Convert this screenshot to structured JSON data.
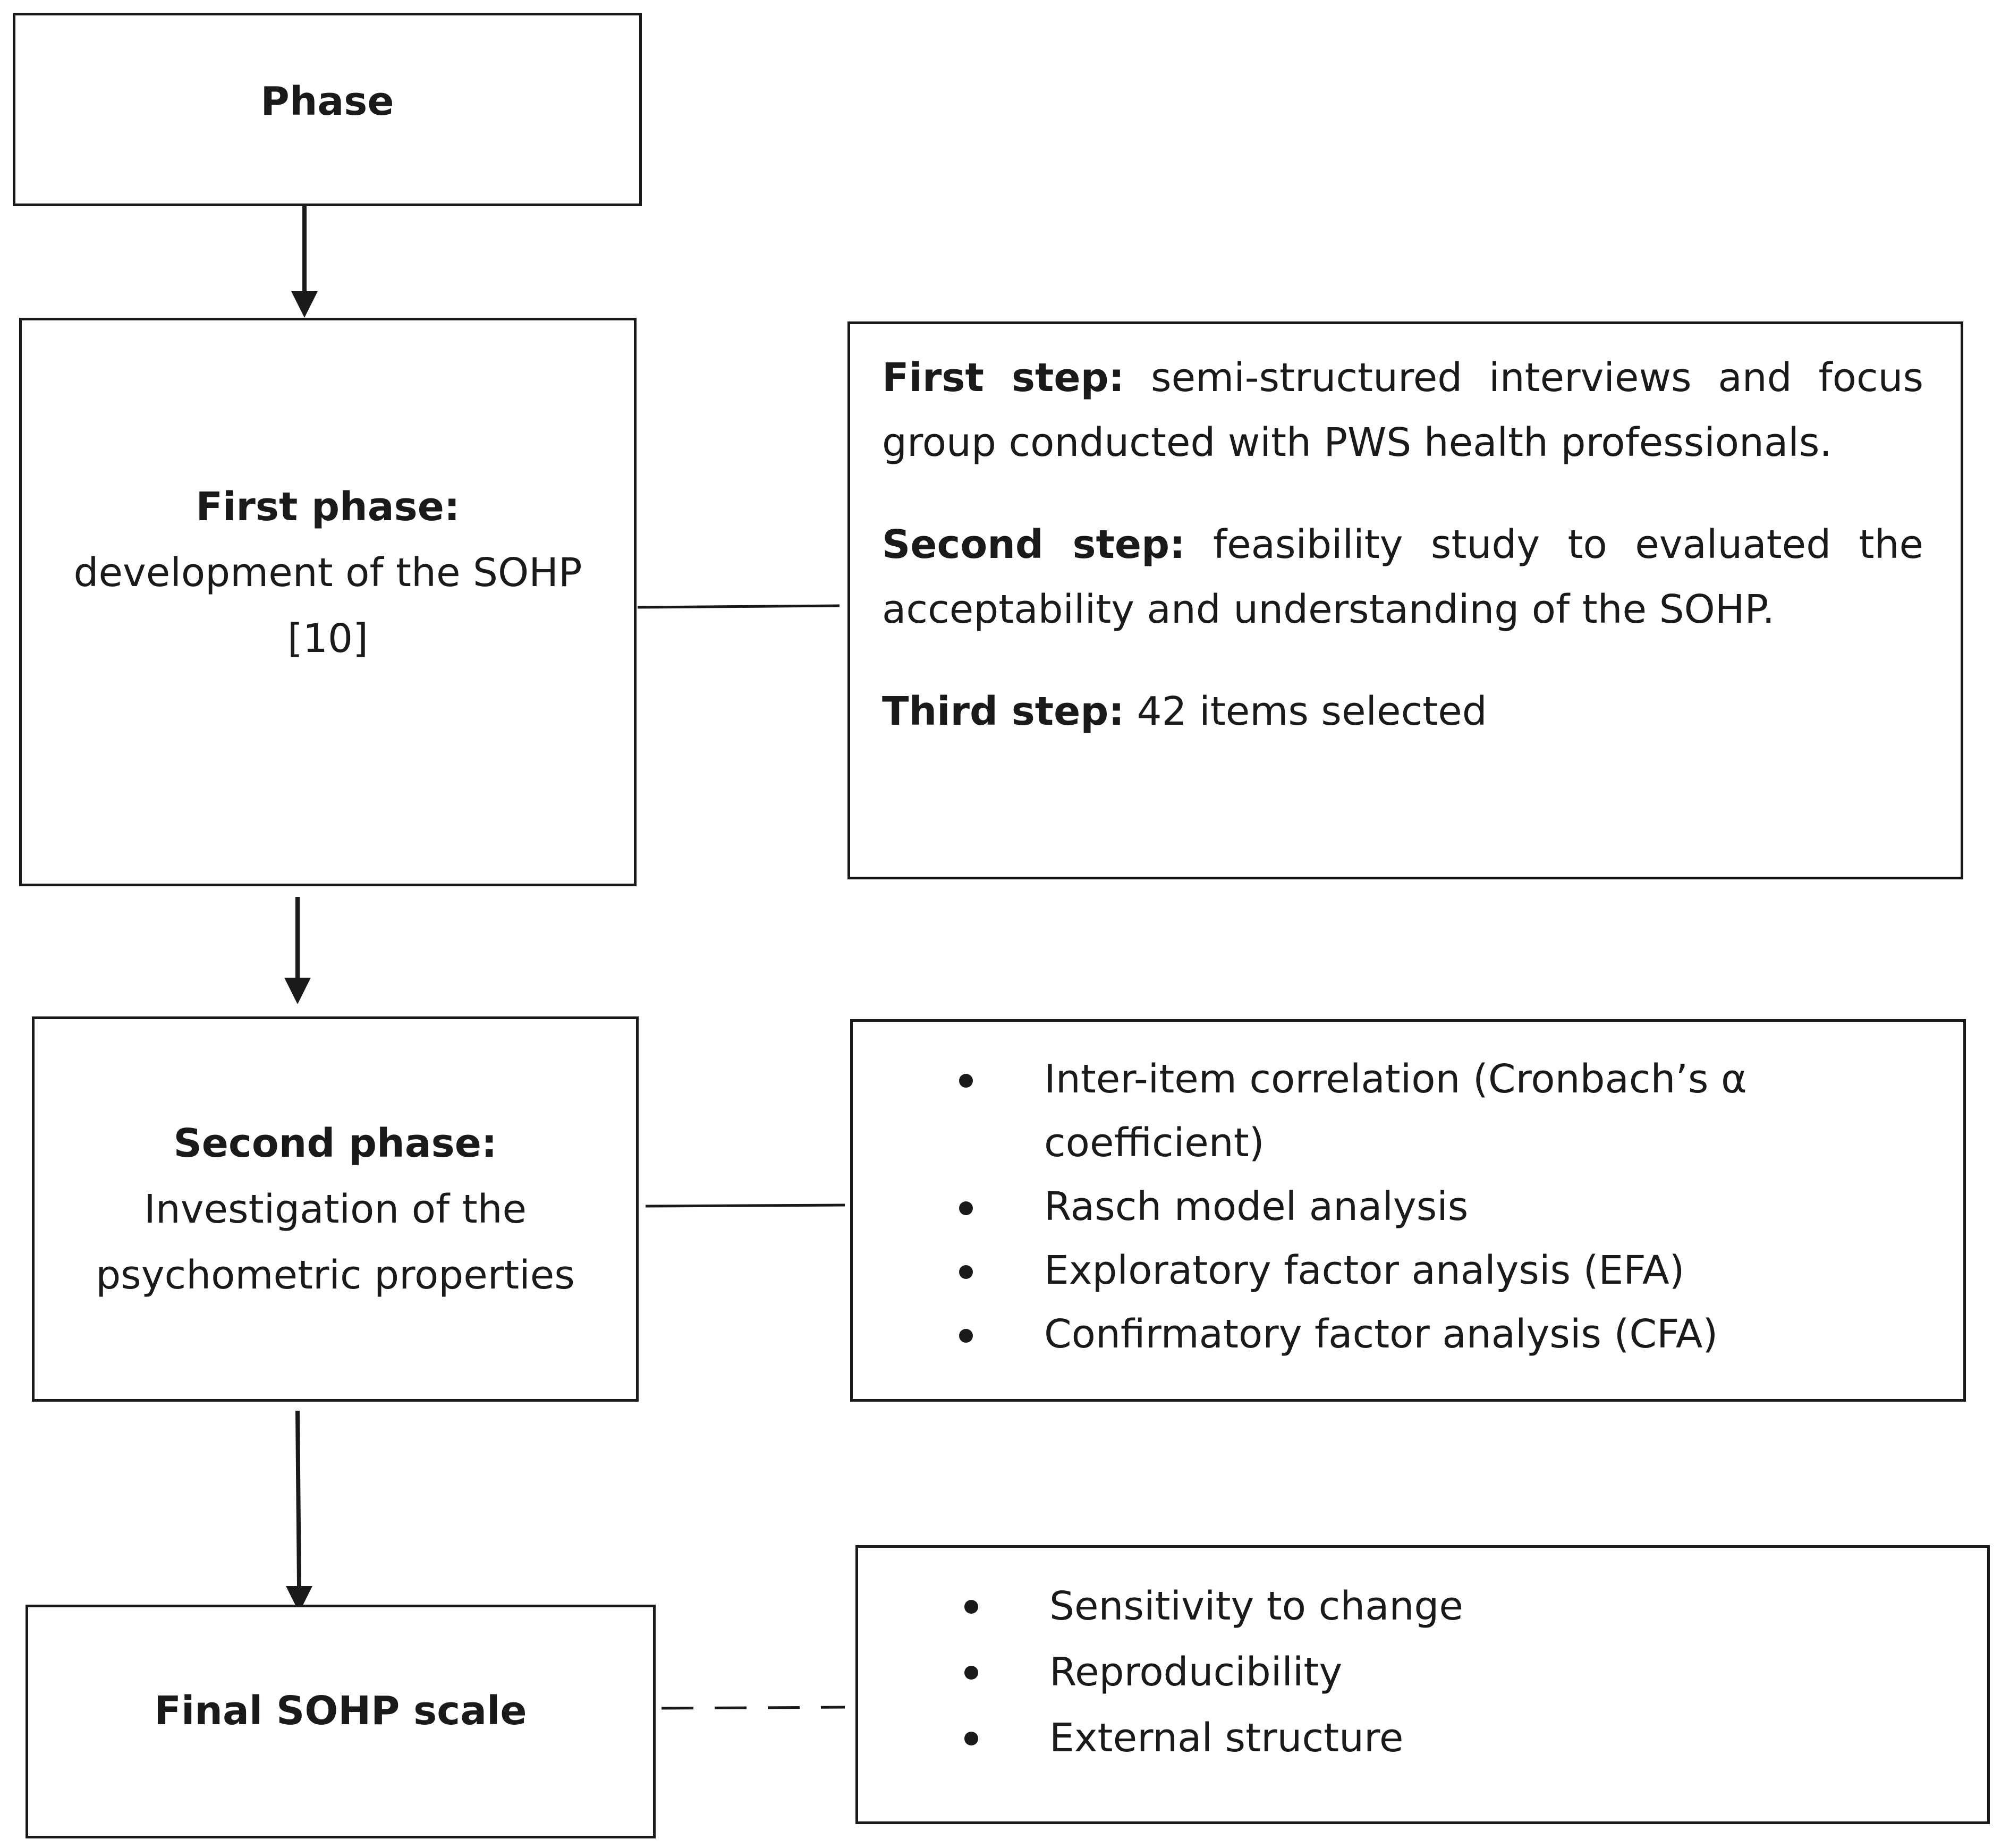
{
  "diagram": {
    "header": {
      "label": "Phase"
    },
    "phase1": {
      "title": "First phase:",
      "text": "development of the SOHP [10]",
      "steps": [
        {
          "label": "First step:",
          "text": "semi-structured interviews and focus group conducted with PWS health professionals."
        },
        {
          "label": "Second step:",
          "text": "feasibility study to evaluated the acceptability and understanding of the SOHP."
        },
        {
          "label": "Third step:",
          "text": "42 items selected"
        }
      ]
    },
    "phase2": {
      "title": "Second phase:",
      "text": "Investigation of the psychometric properties",
      "items": [
        "Inter-item correlation (Cronbach’s α coefficient)",
        "Rasch model analysis",
        "Exploratory factor analysis (EFA)",
        "Confirmatory factor analysis (CFA)"
      ]
    },
    "final": {
      "title": "Final SOHP scale",
      "items": [
        "Sensitivity to change",
        "Reproducibility",
        "External structure"
      ]
    }
  }
}
